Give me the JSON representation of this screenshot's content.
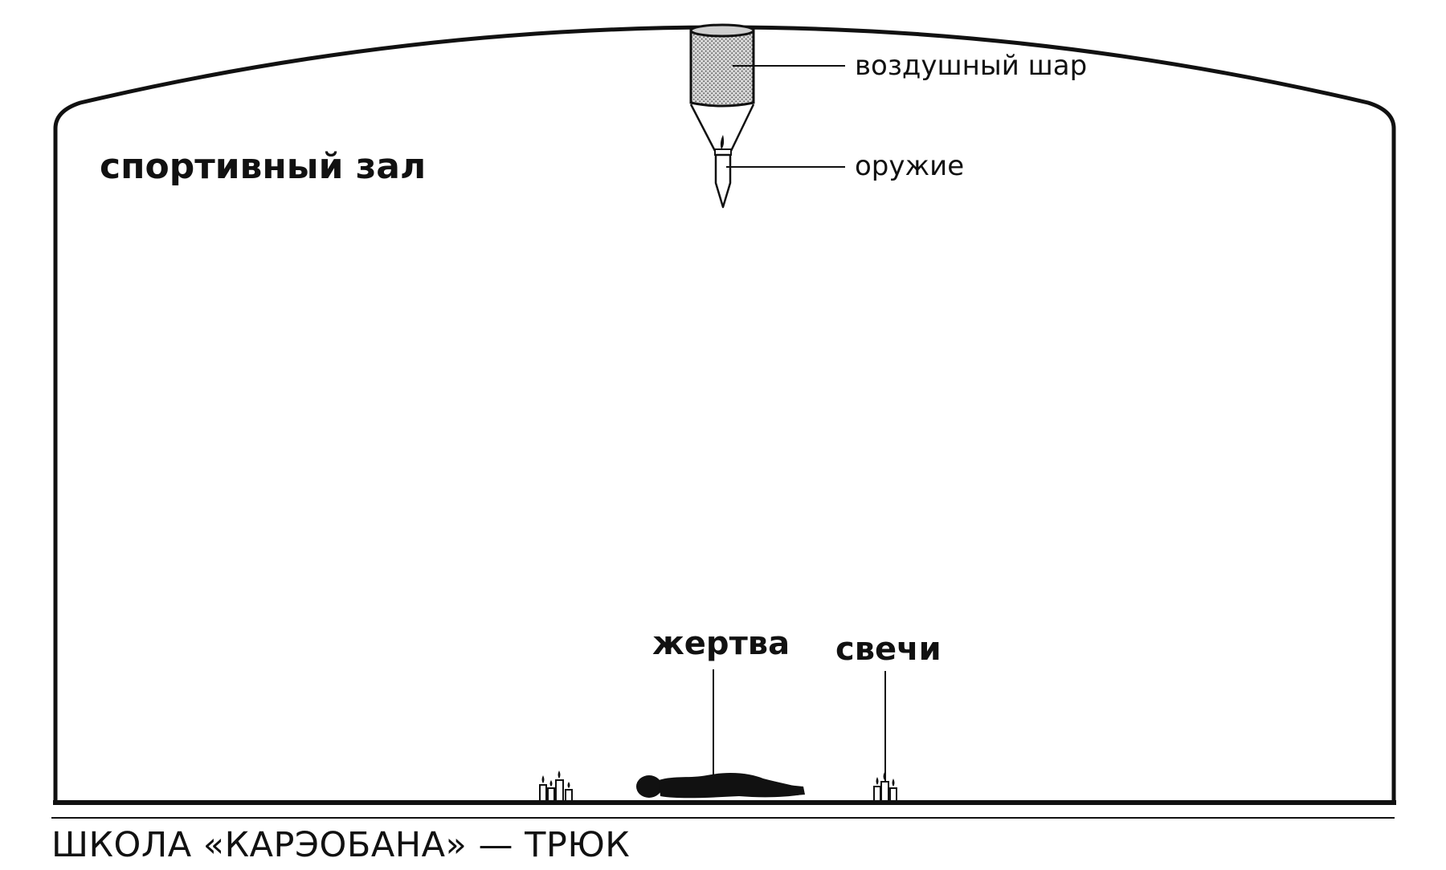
{
  "diagram": {
    "hall_label": "спортивный зал",
    "balloon_label": "воздушный шар",
    "weapon_label": "оружие",
    "victim_label": "жертва",
    "candles_label": "свечи",
    "caption": "ШКОЛА «КАРЭОБАНА» — ТРЮК"
  },
  "colors": {
    "ink": "#111111",
    "background": "#ffffff",
    "balloon_fill": "#bdbdbd"
  }
}
